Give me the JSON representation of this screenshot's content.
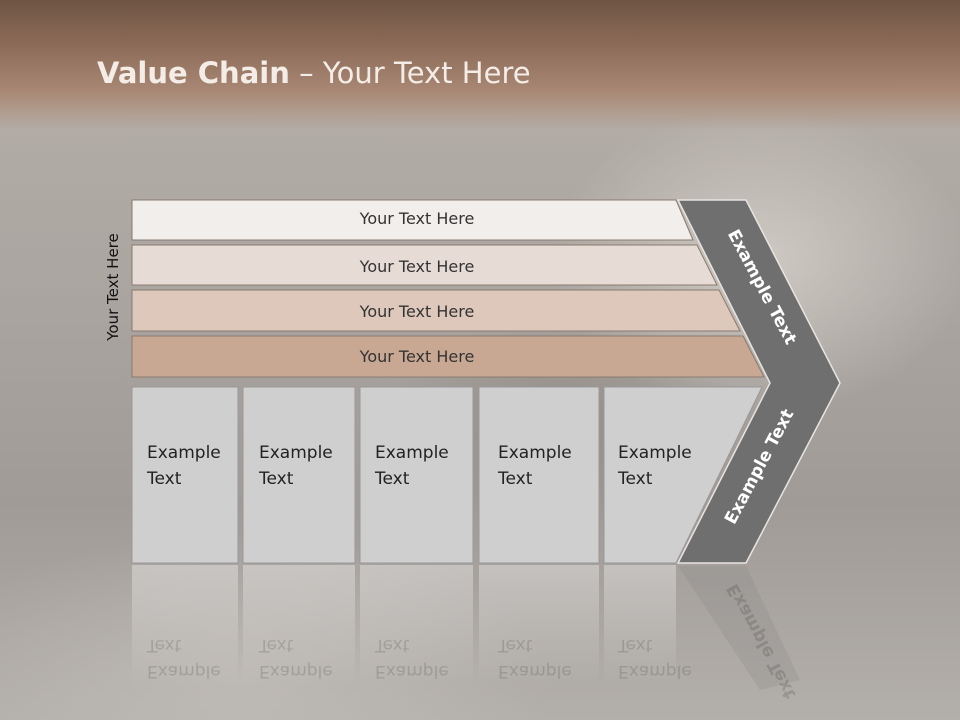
{
  "slide": {
    "title_bold": "Value Chain",
    "title_rest": " – Your Text Here",
    "vertical_label": "Your Text Here"
  },
  "rows": [
    {
      "label": "Your Text Here",
      "color": "#f2eeeb"
    },
    {
      "label": "Your Text Here",
      "color": "#e7dcd5"
    },
    {
      "label": "Your Text Here",
      "color": "#ddc8bb"
    },
    {
      "label": "Your Text Here",
      "color": "#c9a893"
    }
  ],
  "cells": [
    {
      "line1": "Example",
      "line2": "Text"
    },
    {
      "line1": "Example",
      "line2": "Text"
    },
    {
      "line1": "Example",
      "line2": "Text"
    },
    {
      "line1": "Example",
      "line2": "Text"
    },
    {
      "line1": "Example",
      "line2": "Text"
    }
  ],
  "arrow": {
    "top_label": "Example Text",
    "bottom_label": "Example Text",
    "color": "#6f6f6f"
  },
  "colors": {
    "cell_fill": "#cfcfcf",
    "title_bar": "#8c6c58"
  }
}
